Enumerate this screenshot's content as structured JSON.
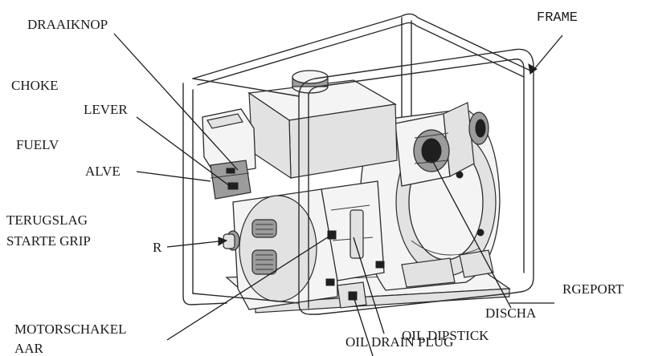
{
  "labels": {
    "draaiknop": "DRAAIKNOP",
    "frame": "FRAME",
    "choke": "CHOKE",
    "lever": "LEVER",
    "fuelv": "FUELV",
    "alve": "ALVE",
    "terugslag": "TERUGSLAG",
    "starte_grip": "STARTE GRIP",
    "r": "R",
    "rgeport": "RGEPORT",
    "discha": "DISCHA",
    "motorschakel": "MOTORSCHAKEL",
    "aar": "AAR",
    "oil_drain_plug": "OIL DRAIN PLUG",
    "oil_dipstick": "OIL DIPSTICK"
  },
  "colors": {
    "line": "#1a1a1a",
    "background": "#ffffff"
  }
}
